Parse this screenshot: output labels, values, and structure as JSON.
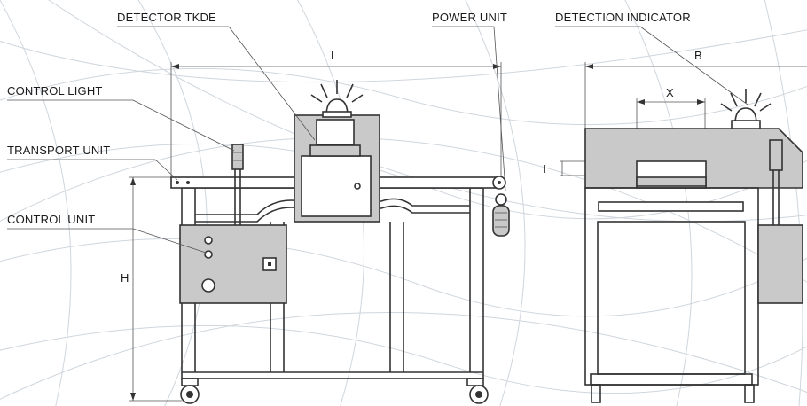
{
  "labels": {
    "detector": "DETECTOR TKDE",
    "power_unit": "POWER  UNIT",
    "detection_indicator": "DETECTION INDICATOR",
    "control_light": "CONTROL LIGHT",
    "transport_unit": "TRANSPORT UNIT",
    "control_unit": "CONTROL UNIT"
  },
  "dimensions": {
    "length": "L",
    "height": "H",
    "width": "B",
    "opening_width": "X",
    "opening_height": "I"
  },
  "colors": {
    "line": "#333333",
    "panel_fill": "#c9c9c9",
    "background_lines": "#cfd6dd"
  }
}
